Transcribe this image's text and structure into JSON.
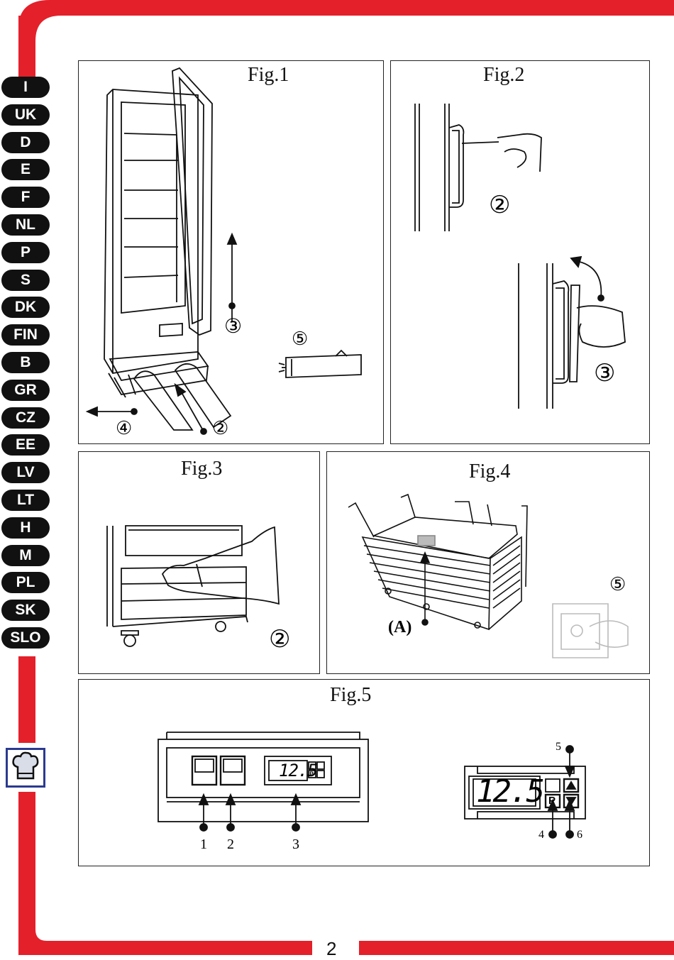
{
  "languages": [
    "I",
    "UK",
    "D",
    "E",
    "F",
    "NL",
    "P",
    "S",
    "DK",
    "FIN",
    "B",
    "GR",
    "CZ",
    "EE",
    "LV",
    "LT",
    "H",
    "M",
    "PL",
    "SK",
    "SLO"
  ],
  "page_number": "2",
  "figures": {
    "fig1": {
      "title": "Fig.1",
      "callouts": [
        "③",
        "⑤",
        "④",
        "②"
      ]
    },
    "fig2": {
      "title": "Fig.2",
      "callouts": [
        "②",
        "③"
      ]
    },
    "fig3": {
      "title": "Fig.3",
      "callouts": [
        "②"
      ]
    },
    "fig4": {
      "title": "Fig.4",
      "label_a": "(A)",
      "callouts": [
        "⑤"
      ]
    },
    "fig5": {
      "title": "Fig.5",
      "display_left": "12.5",
      "display_right": "12.5",
      "key_p": "P",
      "labels": [
        "1",
        "2",
        "3",
        "5",
        "4",
        "6"
      ]
    }
  },
  "colors": {
    "accent": "#e4202a",
    "chef_border": "#2b3a90"
  }
}
